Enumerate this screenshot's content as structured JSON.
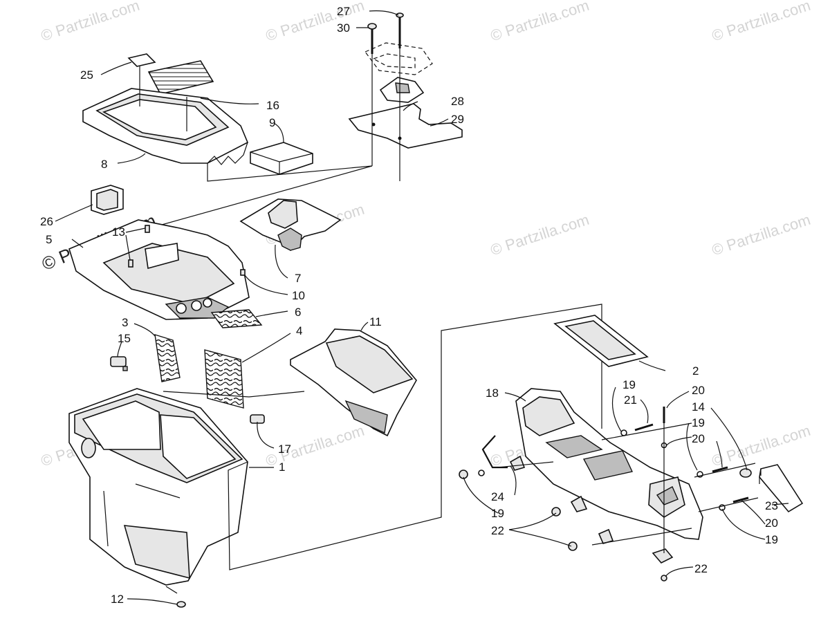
{
  "watermark": {
    "text": "© Partzilla.com",
    "overlay_text": "© Partzilla.com"
  },
  "callouts": [
    "1",
    "2",
    "3",
    "4",
    "5",
    "6",
    "7",
    "8",
    "9",
    "10",
    "11",
    "12",
    "13",
    "14",
    "15",
    "16",
    "17",
    "18",
    "19",
    "20",
    "21",
    "22",
    "23",
    "24",
    "25",
    "26",
    "27",
    "28",
    "29",
    "30"
  ]
}
